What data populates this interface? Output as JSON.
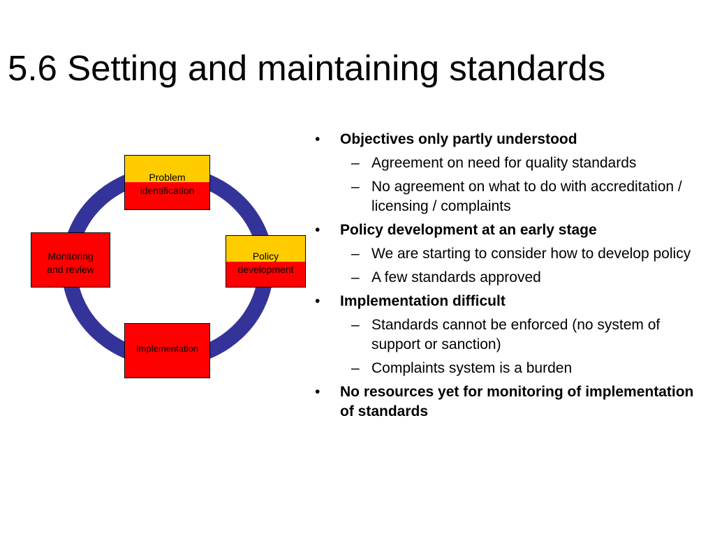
{
  "slide": {
    "title": "5.6 Setting and maintaining standards"
  },
  "cycle": {
    "ring_color": "#333399",
    "highlight_color": "#ffcc00",
    "box_color": "#ff0000",
    "problem": {
      "line1": "Problem",
      "line2": "identification"
    },
    "policy": {
      "line1": "Policy",
      "line2": "development"
    },
    "implementation": {
      "line1": "Implementation"
    },
    "monitoring": {
      "line1": "Monitoring",
      "line2": "and review"
    }
  },
  "bullets": {
    "bullet_marker": "•",
    "dash_marker": "–",
    "items": [
      {
        "text": "Objectives only partly understood",
        "subs": [
          "Agreement on need for quality standards",
          "No agreement on what to do with accreditation / licensing / complaints"
        ]
      },
      {
        "text": "Policy development at an early stage",
        "subs": [
          "We are starting to consider how to develop policy",
          "A few standards approved"
        ]
      },
      {
        "text": "Implementation difficult",
        "subs": [
          "Standards cannot be enforced (no system of support or sanction)",
          "Complaints system is a burden"
        ]
      },
      {
        "text": "No resources yet for monitoring of implementation of standards",
        "subs": []
      }
    ]
  }
}
